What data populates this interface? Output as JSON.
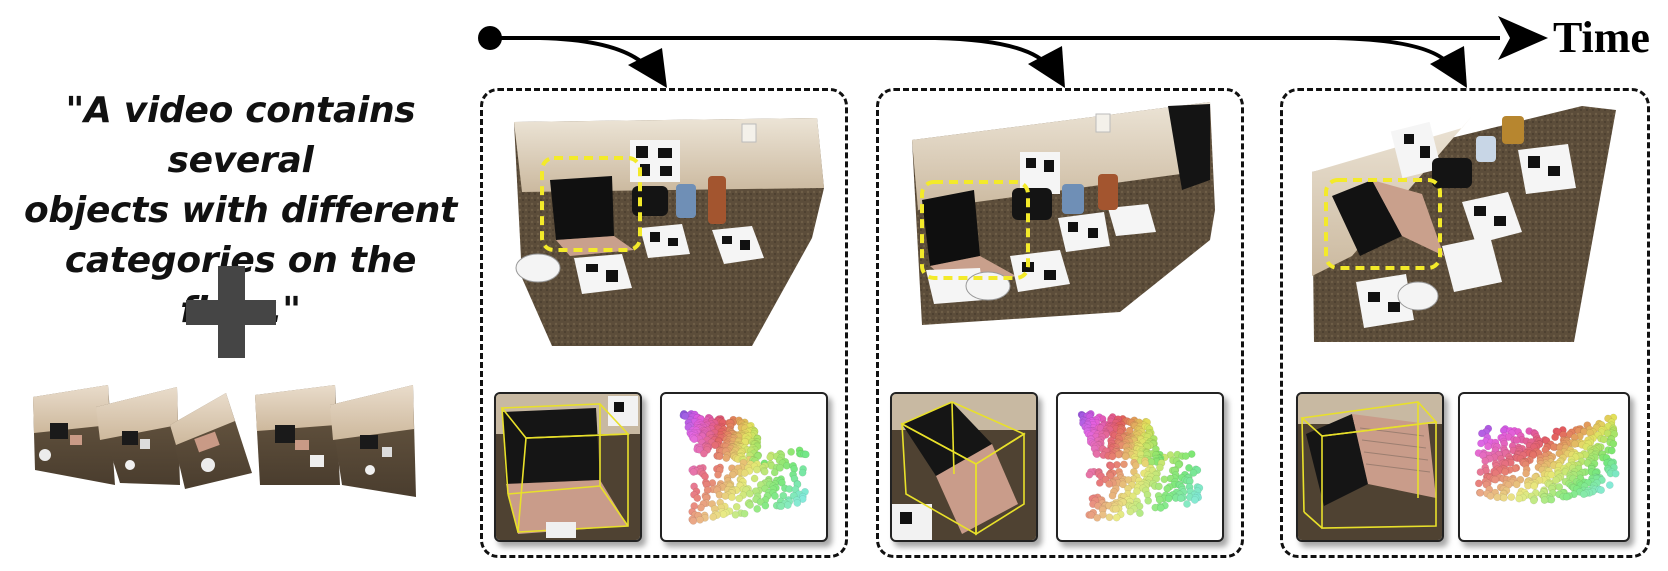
{
  "caption": {
    "line1": "\"A video contains  several",
    "line2": "objects with different",
    "line3": "categories on the floor.\""
  },
  "timeline": {
    "label": "Time"
  },
  "colors": {
    "detection_box": "#f3ea2a",
    "bbox_3d": "#e8e02a",
    "panel_border": "#111111",
    "plus": "#454545"
  },
  "icons": {
    "plus": "plus-icon",
    "timeline_arrow": "arrow-right-icon"
  },
  "frames": [
    {
      "id": "frame-1"
    },
    {
      "id": "frame-2"
    },
    {
      "id": "frame-3"
    }
  ]
}
